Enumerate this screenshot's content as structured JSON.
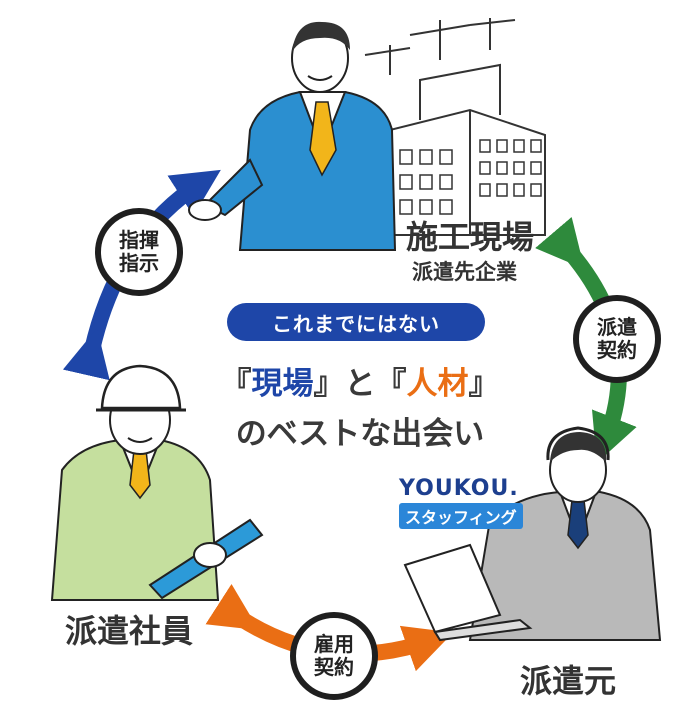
{
  "nodes": {
    "site": {
      "title": "施工現場",
      "subtitle": "派遣先企業"
    },
    "employee": {
      "title": "派遣社員"
    },
    "origin": {
      "title": "派遣元"
    }
  },
  "relations": {
    "command": {
      "line1": "指揮",
      "line2": "指示"
    },
    "dispatch_contract": {
      "line1": "派遣",
      "line2": "契約"
    },
    "employment_contract": {
      "line1": "雇用",
      "line2": "契約"
    }
  },
  "center": {
    "pill": "これまでにはない",
    "headline_line1": {
      "open": "『",
      "word1": "現場",
      "mid": "』と『",
      "word2": "人材",
      "close": "』"
    },
    "headline_line2": "のベストな出会い"
  },
  "logo": {
    "top": "YOUKOU.",
    "bottom": "スタッフィング"
  },
  "colors": {
    "blue": "#1e46a8",
    "green": "#2e8a3c",
    "orange": "#ea6e14",
    "pill": "#1e46a8"
  }
}
